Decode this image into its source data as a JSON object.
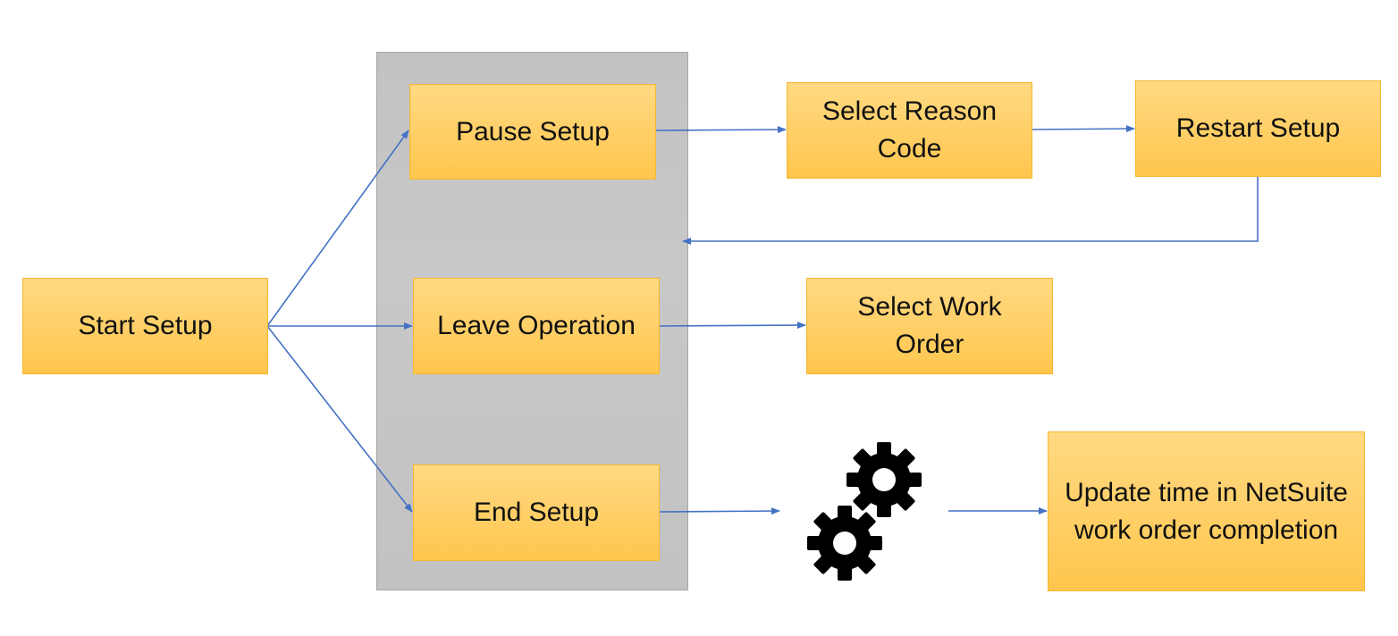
{
  "diagram": {
    "nodes": {
      "start": "Start Setup",
      "pause": "Pause Setup",
      "leave": "Leave Operation",
      "end": "End Setup",
      "reason": "Select Reason Code",
      "restart": "Restart Setup",
      "work_order": "Select Work Order",
      "update": "Update time in NetSuite work order completion"
    },
    "icons": [
      "gears-icon"
    ],
    "colors": {
      "box_fill": "#ffc64d",
      "box_border": "#f5b630",
      "panel": "#c6c6c6",
      "arrow": "#4472c4"
    }
  }
}
